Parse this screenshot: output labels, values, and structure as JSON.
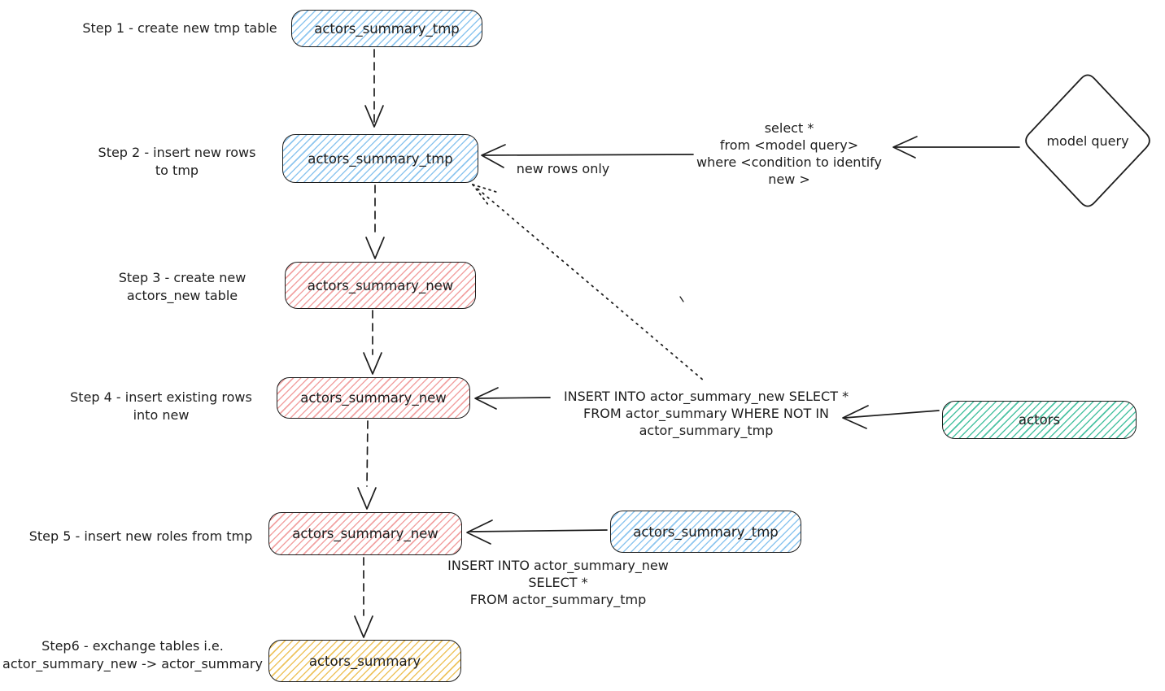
{
  "colors": {
    "stroke": "#1e1e1e",
    "blue-hatch": "#8ec6ef",
    "pink-hatch": "#f2a3a3",
    "teal-hatch": "#4cc3a3",
    "yellow-hatch": "#eec45f"
  },
  "steps": [
    {
      "label": "Step 1 - create new tmp table",
      "node": "actors_summary_tmp"
    },
    {
      "label": "Step 2 - insert new rows\nto tmp",
      "node": "actors_summary_tmp"
    },
    {
      "label": "Step 3 - create new\nactors_new table",
      "node": "actors_summary_new"
    },
    {
      "label": "Step 4 - insert existing rows\ninto new",
      "node": "actors_summary_new"
    },
    {
      "label": "Step 5 - insert new roles from tmp",
      "node": "actors_summary_new"
    },
    {
      "label": "Step6 - exchange tables i.e.\nactor_summary_new -> actor_summary",
      "node": "actors_summary"
    }
  ],
  "side_nodes": {
    "model_query": "model query",
    "actors": "actors",
    "tmp_source": "actors_summary_tmp"
  },
  "annotations": {
    "new_rows_only": "new rows only",
    "select_query": "select *\nfrom <model query>\nwhere <condition to identify new >",
    "insert_existing": "INSERT INTO actor_summary_new SELECT *\nFROM actor_summary WHERE NOT IN\nactor_summary_tmp",
    "insert_from_tmp": "INSERT INTO actor_summary_new\nSELECT *\nFROM actor_summary_tmp"
  }
}
